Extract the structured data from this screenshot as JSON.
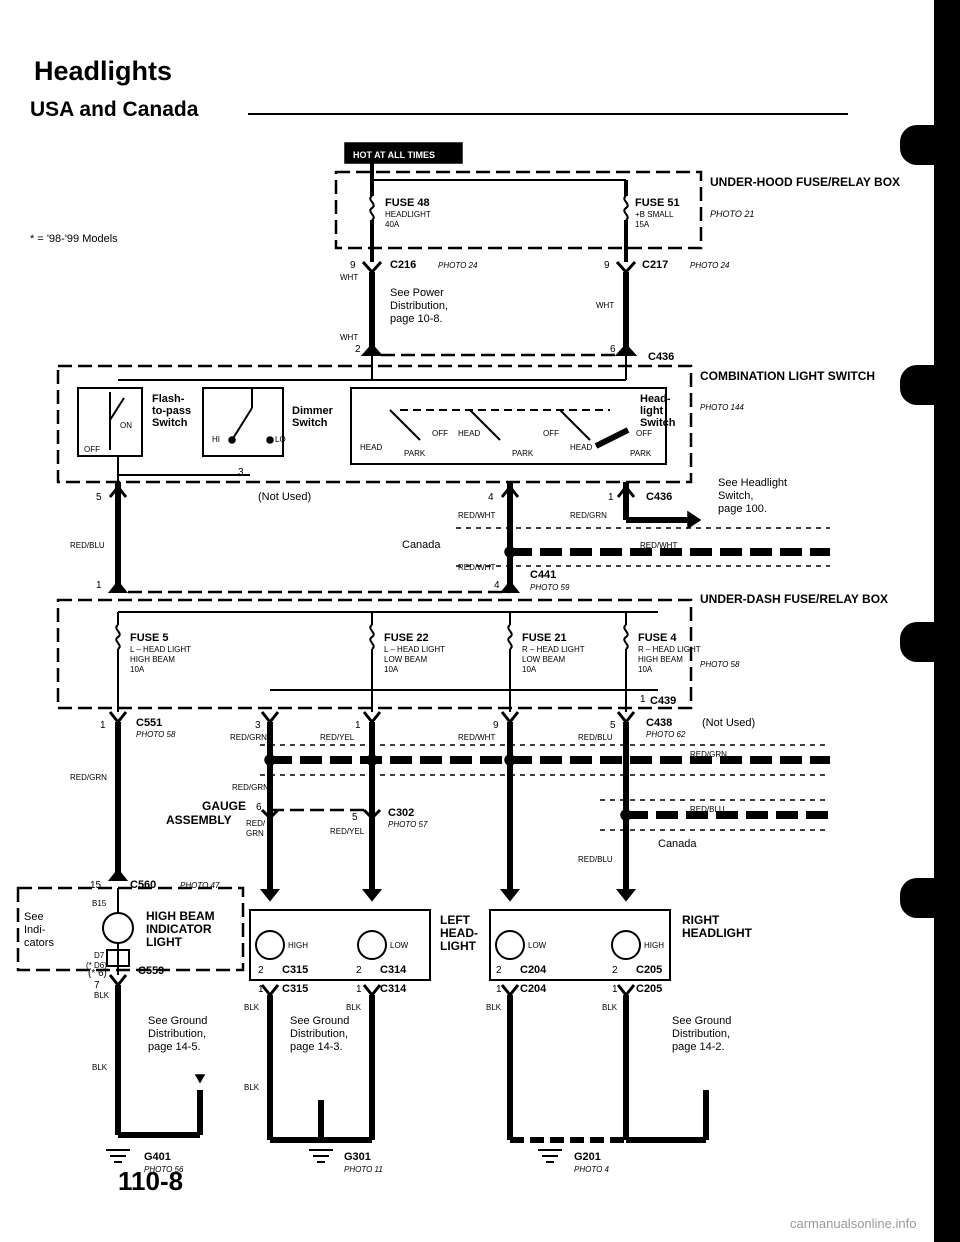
{
  "header": {
    "title": "Headlights",
    "subtitle": "USA and Canada",
    "badge": "HOT AT ALL TIMES",
    "note": "* = '98-'99 Models"
  },
  "footer": {
    "page_number": "110-8",
    "watermark": "carmanualsonline.info"
  },
  "diagram": {
    "underhood_box": {
      "name": "UNDER-HOOD FUSE/RELAY BOX",
      "photo": "PHOTO 21",
      "fuse48": [
        "FUSE 48",
        "HEADLIGHT",
        "40A"
      ],
      "fuse51": [
        "FUSE 51",
        "+B SMALL",
        "15A"
      ]
    },
    "connectors": {
      "c216": "C216",
      "c217": "C217",
      "c216_photo": "PHOTO 24",
      "c217_photo": "PHOTO 24",
      "c436": "C436",
      "c441": "C441",
      "c441_photo": "PHOTO 59",
      "c439": "C439",
      "c551": "C551",
      "c551_photo": "PHOTO 58",
      "c438": "C438",
      "c438_photo": "PHOTO 62",
      "c302": "C302",
      "c302_photo": "PHOTO 57",
      "c560": "C560",
      "c560_photo": "PHOTO 47",
      "c315": "C315",
      "c314": "C314",
      "c204": "C204",
      "c205": "C205",
      "c559": "C559"
    },
    "power_note": [
      "See Power",
      "Distribution,",
      "page 10-8."
    ],
    "combination_switch": {
      "name": "COMBINATION LIGHT SWITCH",
      "photo": "PHOTO 144",
      "flash": [
        "Flash-",
        "to-pass",
        "Switch"
      ],
      "dimmer": [
        "Dimmer",
        "Switch"
      ],
      "headlight": [
        "Head-",
        "light",
        "Switch"
      ],
      "labels": {
        "on": "ON",
        "off": "OFF",
        "hi": "HI",
        "lo": "LO",
        "head": "HEAD",
        "park": "PARK"
      }
    },
    "headlight_switch_note": [
      "See Headlight",
      "Switch,",
      "page 100."
    ],
    "not_used": "(Not Used)",
    "canada": "Canada",
    "dash_box": {
      "name": "UNDER-DASH FUSE/RELAY BOX",
      "photo": "PHOTO 58",
      "fuse5": [
        "FUSE 5",
        "L – HEAD LIGHT",
        "HIGH BEAM",
        "10A"
      ],
      "fuse22": [
        "FUSE 22",
        "L – HEAD LIGHT",
        "LOW BEAM",
        "10A"
      ],
      "fuse21": [
        "FUSE 21",
        "R – HEAD LIGHT",
        "LOW BEAM",
        "10A"
      ],
      "fuse4": [
        "FUSE 4",
        "R – HEAD LIGHT",
        "HIGH BEAM",
        "10A"
      ]
    },
    "wires": {
      "wht": "WHT",
      "red_blu": "RED/BLU",
      "red_wht": "RED/WHT",
      "red_grn": "RED/GRN",
      "red_yel": "RED/YEL",
      "blk": "BLK",
      "red_grn2": [
        "RED/",
        "GRN"
      ]
    },
    "gauge": [
      "GAUGE",
      "ASSEMBLY"
    ],
    "indicator": {
      "name": [
        "HIGH BEAM",
        "INDICATOR",
        "LIGHT"
      ],
      "see": [
        "See",
        "Indi-",
        "cators"
      ],
      "b15": "B15",
      "d7": "D7",
      "d7_note": "(* D6)",
      "c559_note": "(* 6)",
      "pin7": "7"
    },
    "left_headlight": [
      "LEFT",
      "HEAD-",
      "LIGHT"
    ],
    "right_headlight": [
      "RIGHT",
      "HEADLIGHT"
    ],
    "lamp": {
      "high": "HIGH",
      "low": "LOW"
    },
    "ground_notes": {
      "g14_5": [
        "See Ground",
        "Distribution,",
        "page 14-5."
      ],
      "g14_3": [
        "See Ground",
        "Distribution,",
        "page 14-3."
      ],
      "g14_2": [
        "See Ground",
        "Distribution,",
        "page 14-2."
      ]
    },
    "grounds": {
      "g401": "G401",
      "g401_photo": "PHOTO 56",
      "g301": "G301",
      "g301_photo": "PHOTO 11",
      "g201": "G201",
      "g201_photo": "PHOTO 4"
    },
    "pins": {
      "p9": "9",
      "p2": "2",
      "p6": "6",
      "p5": "5",
      "p4": "4",
      "p1": "1",
      "p3": "3",
      "p15": "15"
    }
  }
}
